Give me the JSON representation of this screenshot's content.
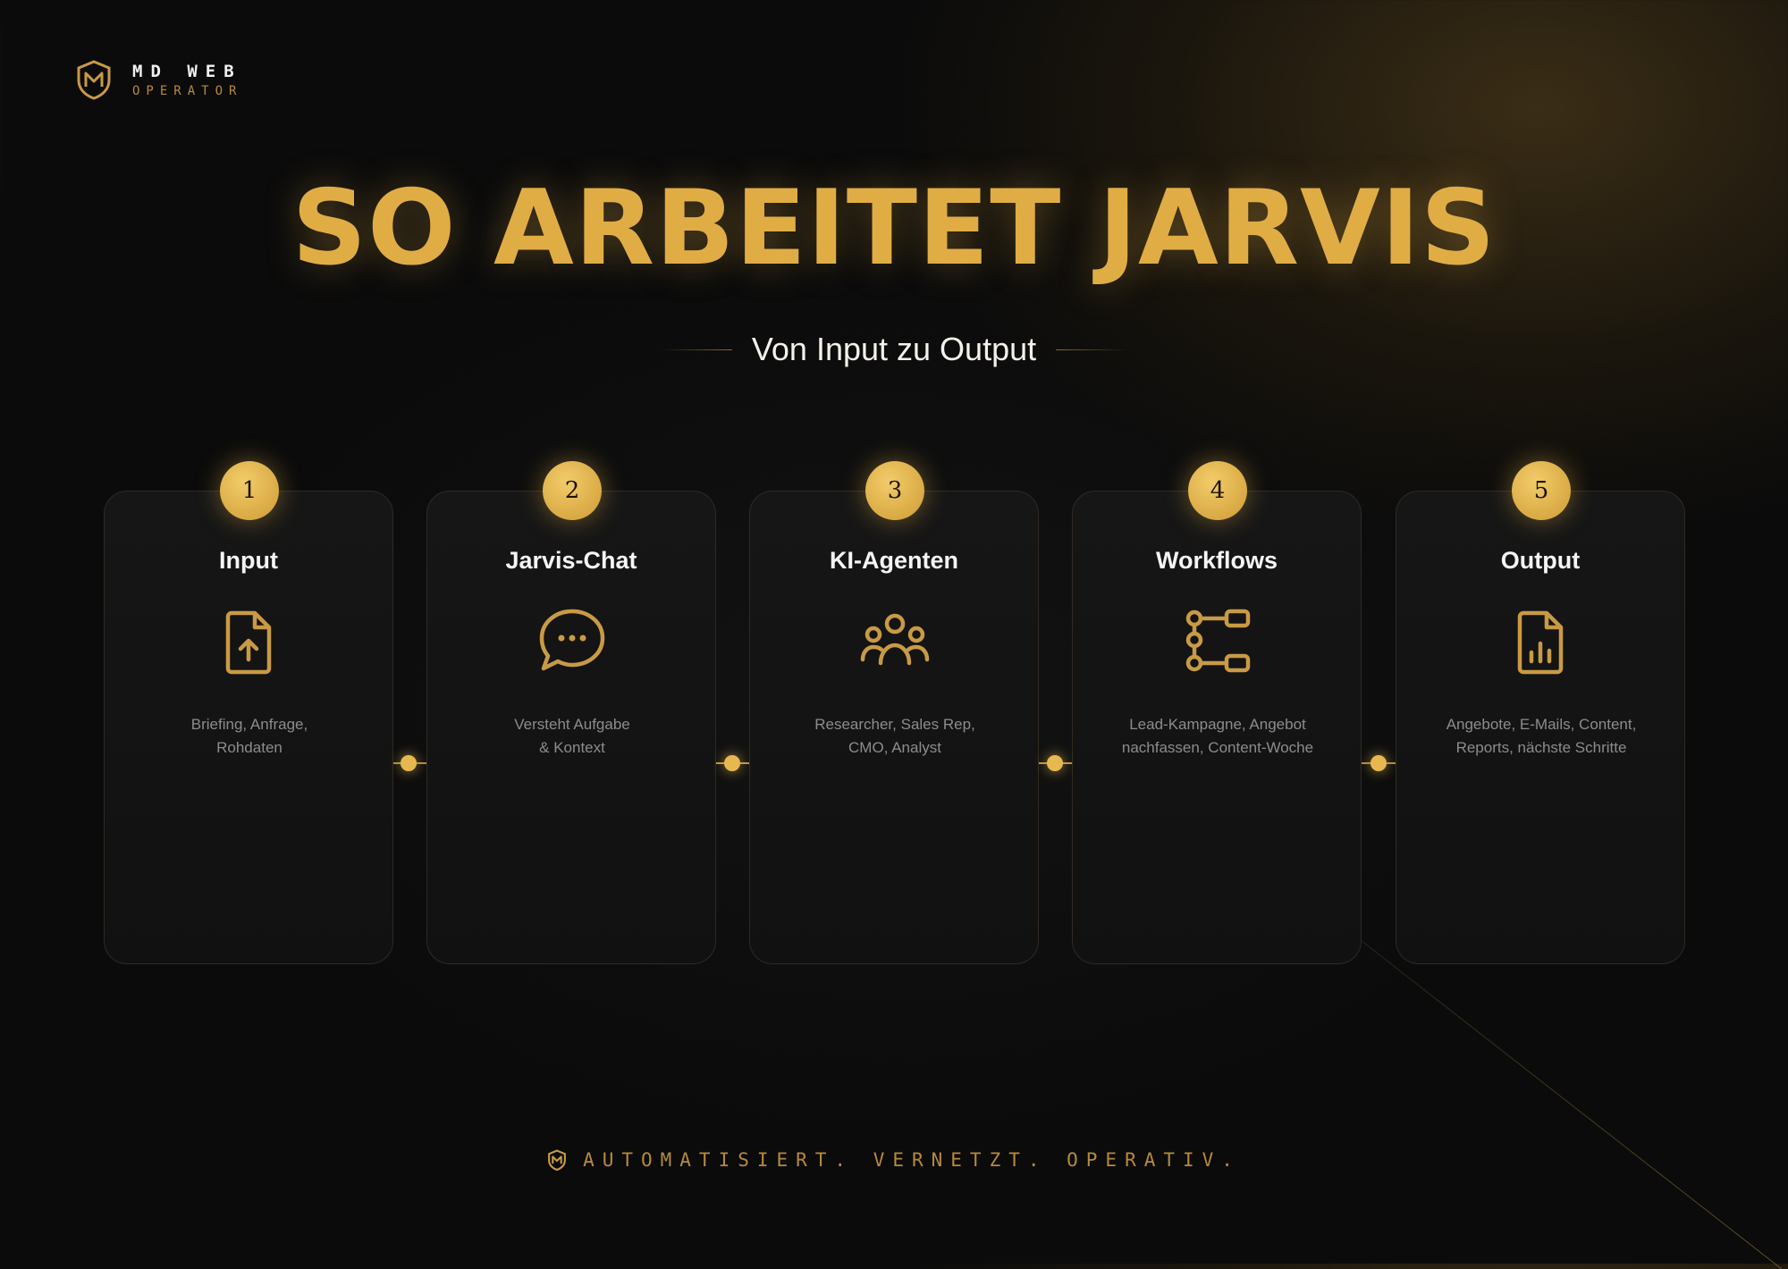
{
  "brand": {
    "line1": "MD WEB",
    "line2": "OPERATOR",
    "logo_icon": "shield-m-logo"
  },
  "title": "SO ARBEITET JARVIS",
  "subtitle": "Von Input zu Output",
  "colors": {
    "accent": "#E0AD45",
    "background": "#0B0B0B",
    "card": "#141414"
  },
  "steps": [
    {
      "number": "1",
      "title": "Input",
      "icon": "file-upload-icon",
      "desc_line1": "Briefing, Anfrage,",
      "desc_line2": "Rohdaten"
    },
    {
      "number": "2",
      "title": "Jarvis-Chat",
      "icon": "chat-bubble-icon",
      "desc_line1": "Versteht Aufgabe",
      "desc_line2": "& Kontext"
    },
    {
      "number": "3",
      "title": "KI-Agenten",
      "icon": "users-group-icon",
      "desc_line1": "Researcher, Sales Rep,",
      "desc_line2": "CMO, Analyst"
    },
    {
      "number": "4",
      "title": "Workflows",
      "icon": "workflow-icon",
      "desc_line1": "Lead-Kampagne, Angebot",
      "desc_line2": "nachfassen, Content-Woche"
    },
    {
      "number": "5",
      "title": "Output",
      "icon": "file-chart-icon",
      "desc_line1": "Angebote, E-Mails, Content,",
      "desc_line2": "Reports, nächste Schritte"
    }
  ],
  "footer": {
    "tagline": "AUTOMATISIERT. VERNETZT. OPERATIV.",
    "icon": "shield-m-logo"
  }
}
